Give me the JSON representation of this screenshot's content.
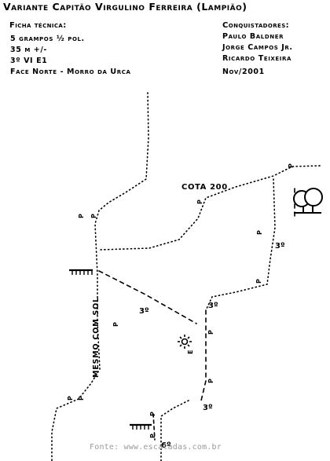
{
  "title": "Variante Capitão Virgulino Ferreira (Lampião)",
  "tech_sheet": {
    "heading": "Ficha técnica:",
    "lines": [
      "5 grampos ½ pol.",
      "35 m +/-",
      "3º VI E1",
      "Face Norte - Morro da Urca"
    ]
  },
  "climbers": {
    "heading": "Conquistadores:",
    "names": [
      "Paulo Baldner",
      "Jorge Campos Jr.",
      "Ricardo Teixeira"
    ],
    "date": "Nov/2001"
  },
  "labels": {
    "cota": "COTA 200",
    "mesmo_com_sol": "MESMO COM SOL",
    "bolt": "P",
    "grade_3": "3º",
    "grade_6": "6º",
    "crux": "E"
  },
  "source": "Fonte: www.escaladas.com.br",
  "colors": {
    "ink": "#000000",
    "source_text": "#9a9a9a",
    "background": "#ffffff"
  },
  "icons": {
    "tree": "tree-icon",
    "sun": "sun-icon",
    "ledge": "ledge-icon"
  }
}
